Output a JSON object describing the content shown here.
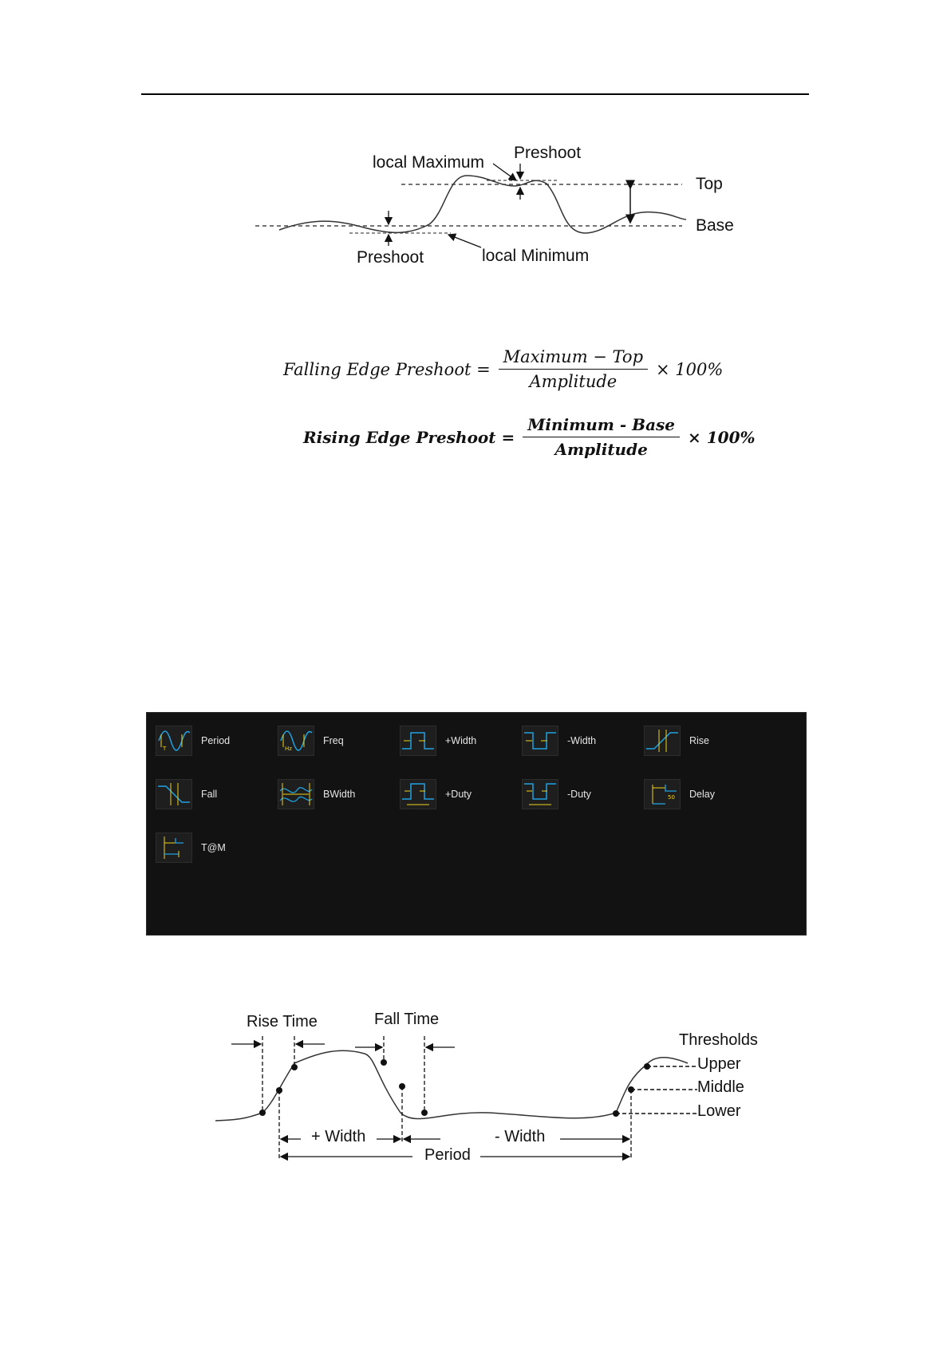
{
  "amplitude_diagram": {
    "labels": {
      "local_maximum": "local Maximum",
      "preshoot_top": "Preshoot",
      "top": "Top",
      "base": "Base",
      "preshoot_bottom": "Preshoot",
      "local_minimum": "local Minimum"
    }
  },
  "formulas": {
    "falling": {
      "lhs": "Falling Edge Preshoot =",
      "numerator": "Maximum − Top",
      "denominator": "Amplitude",
      "multiplier": "× 100%"
    },
    "rising": {
      "lhs": "Rising Edge Preshoot =",
      "numerator": "Minimum - Base",
      "denominator": "Amplitude",
      "multiplier": "× 100%"
    }
  },
  "measurement_panel": {
    "accent_color": "#f2d21b",
    "trace_color": "#1fa2e0",
    "items": [
      {
        "label": "Period",
        "icon": "period-icon"
      },
      {
        "label": "Freq",
        "icon": "freq-icon"
      },
      {
        "label": "+Width",
        "icon": "plus-width-icon"
      },
      {
        "label": "-Width",
        "icon": "minus-width-icon"
      },
      {
        "label": "Rise",
        "icon": "rise-icon"
      },
      {
        "label": "Fall",
        "icon": "fall-icon"
      },
      {
        "label": "BWidth",
        "icon": "bwidth-icon"
      },
      {
        "label": "+Duty",
        "icon": "plus-duty-icon"
      },
      {
        "label": "-Duty",
        "icon": "minus-duty-icon"
      },
      {
        "label": "Delay",
        "icon": "delay-icon"
      },
      {
        "label": "T@M",
        "icon": "t-at-m-icon"
      }
    ]
  },
  "timing_diagram": {
    "labels": {
      "rise_time": "Rise Time",
      "fall_time": "Fall Time",
      "thresholds": "Thresholds",
      "upper": "Upper",
      "middle": "Middle",
      "lower": "Lower",
      "plus_width": "+ Width",
      "minus_width": "- Width",
      "period": "Period"
    }
  }
}
